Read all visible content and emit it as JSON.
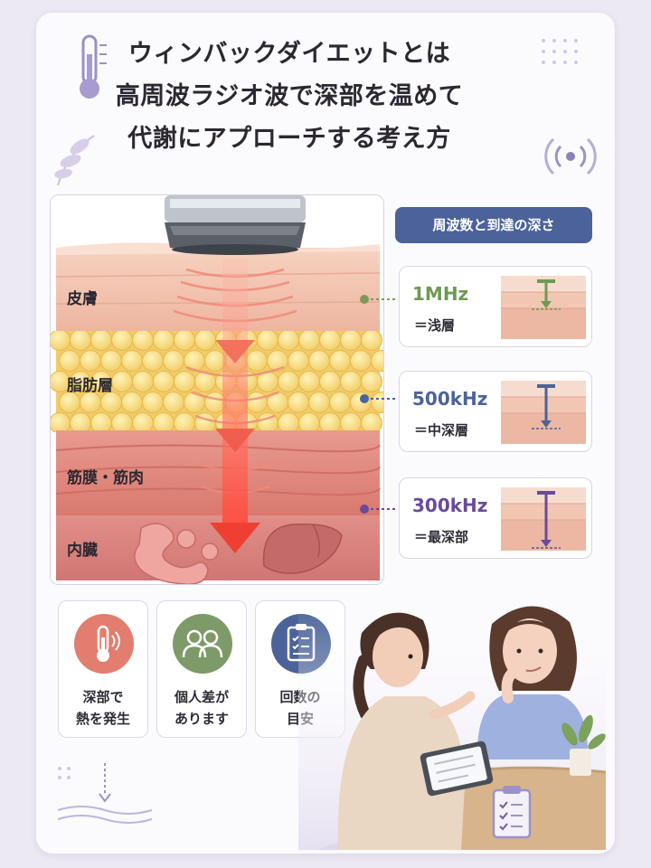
{
  "title": {
    "lines": [
      "ウィンバックダイエットとは",
      "高周波ラジオ波で深部を温めて",
      "代謝にアプローチする考え方"
    ]
  },
  "diagram": {
    "layers": [
      "皮膚",
      "脂肪層",
      "筋膜・筋肉",
      "内臓"
    ]
  },
  "frequency_panel": {
    "header": "周波数と到達の深さ",
    "items": [
      {
        "value": "1MHz",
        "depth": "＝浅層",
        "color": "#6e9a52",
        "depth_level": 1
      },
      {
        "value": "500kHz",
        "depth": "＝中深層",
        "color": "#4b6399",
        "depth_level": 2
      },
      {
        "value": "300kHz",
        "depth": "＝最深部",
        "color": "#6a4a9a",
        "depth_level": 3
      }
    ]
  },
  "features": [
    {
      "text": [
        "深部で",
        "熱を発生"
      ],
      "icon": "thermometer-icon",
      "color": "#e07a6c"
    },
    {
      "text": [
        "個人差が",
        "あります"
      ],
      "icon": "people-icon",
      "color": "#7c9a66"
    },
    {
      "text": [
        "回数の",
        "目安"
      ],
      "icon": "clipboard-icon",
      "color": "#4b6399"
    }
  ],
  "decor": {
    "icons": [
      "thermometer-icon",
      "leaf-icon",
      "signal-waves-icon",
      "down-arrow-icon",
      "checklist-icon"
    ]
  }
}
